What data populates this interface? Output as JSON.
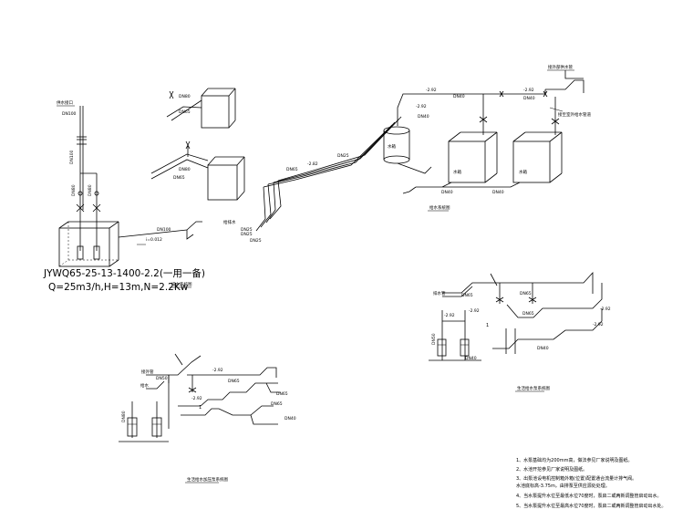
{
  "pump_spec": {
    "model": "JYWQ65-25-13-1400-2.2(一用一备)",
    "performance": "Q=25m3/h,H=13m,N=2.2Kw"
  },
  "labels": {
    "dn100_top": "DN100",
    "dn100_riser": "DN100",
    "dn80_a": "DN80",
    "dn80_b": "DN80",
    "dn100_out": "DN100",
    "slope": "i=0.012",
    "dn80_tank1": "DN80",
    "dn80_tank2": "DN80",
    "dn65_tank1": "DN65",
    "dn65_tank2": "DN65",
    "dn25_1": "DN25",
    "dn25_2": "DN25",
    "dn25_3": "DN25",
    "dn65_route": "DN65",
    "elev_route": "-2.82",
    "dn40_1": "DN40",
    "dn40_2": "DN40",
    "dn40_3": "DN40",
    "dn40_4": "DN40",
    "dn40_5": "DN40",
    "elev_top_1": "-2.92",
    "elev_top_2": "-2.92",
    "elev_top_3": "-2.92",
    "dn65_right_1": "DN65",
    "dn65_right_2": "DN65",
    "dn65_right_3": "DN65",
    "dn40_right_1": "DN40",
    "dn40_right_2": "DN40",
    "dn50_right": "DN50",
    "elev_right_1": "-2.92",
    "elev_right_2": "-2.92",
    "elev_right_3": "-2.92",
    "elev_right_4": "-2.92",
    "dn50_bot": "DN50",
    "dn65_bot_1": "DN65",
    "dn65_bot_2": "DN65",
    "dn65_bot_3": "DN65",
    "dn40_bot": "DN40",
    "dn80_bot": "DN80",
    "elev_bot_1": "-2.92",
    "elev_bot_2": "-2.92"
  },
  "notes": [
    "1、水泵基础均为200mm高，做法参见厂家说明及图纸。",
    "2、水池开挖参见厂家说明及图纸。",
    "3、出泵池设电机控制箱外箱(位置)配置通合流量计排气阀。",
    "   水池底标高-3.75m，由排泵至供应源处处理。",
    "4、当水泵提升水位至最低水位70度时，泵启二或两新调整管启动出水。",
    "5、当水泵提升水位至最高水位70度时，泵启二或两新调整管启动出水处。"
  ]
}
